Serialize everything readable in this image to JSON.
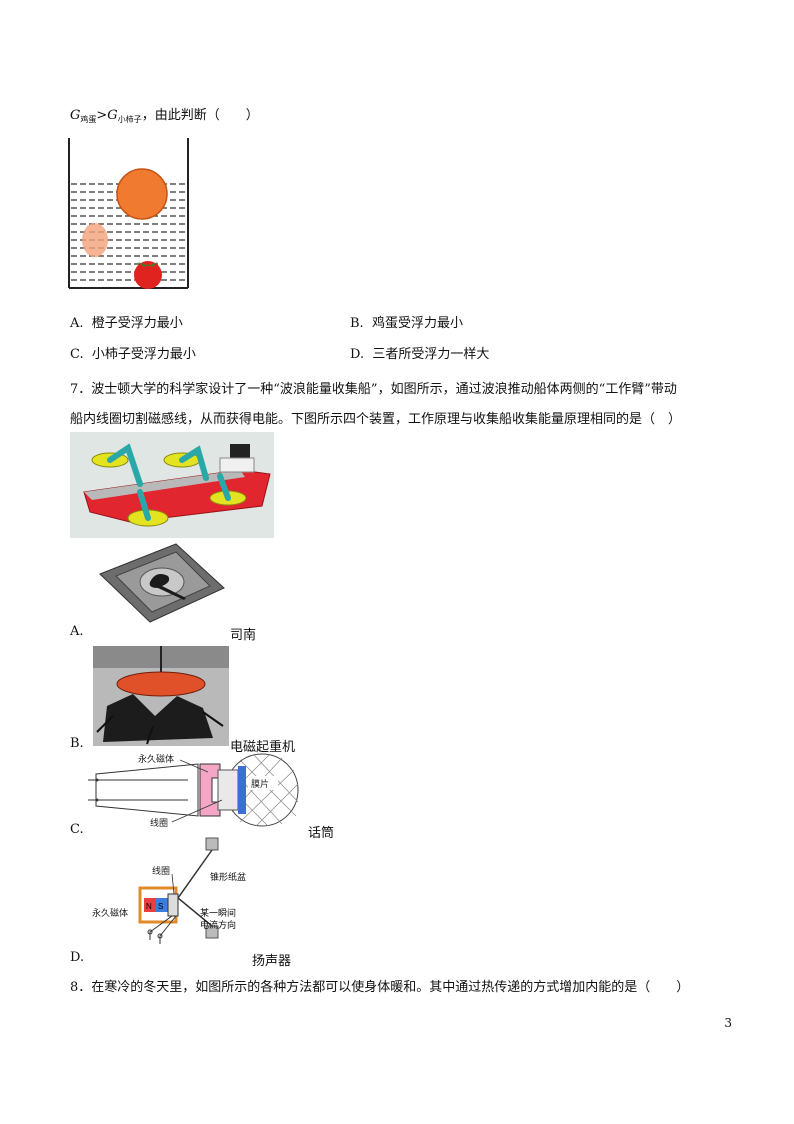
{
  "q6": {
    "premise": {
      "g1": "G",
      "g1_sub": "鸡蛋",
      "op": ">",
      "g2": "G",
      "g2_sub": "小柿子",
      "tail": "，由此判断（　　）"
    },
    "options": [
      {
        "label": "A.",
        "text": "橙子受浮力最小"
      },
      {
        "label": "B.",
        "text": "鸡蛋受浮力最小"
      },
      {
        "label": "C.",
        "text": "小柿子受浮力最小"
      },
      {
        "label": "D.",
        "text": "三者所受浮力一样大"
      }
    ]
  },
  "q7": {
    "line1": "7．波士顿大学的科学家设计了一种“波浪能量收集船”，如图所示，通过波浪推动船体两侧的“工作臂”带动",
    "line2": "船内线圈切割磁感线，从而获得电能。下图所示四个装置，工作原理与收集船收集能量原理相同的是（　）",
    "options": [
      {
        "label": "A.",
        "caption": "司南"
      },
      {
        "label": "B.",
        "caption": "电磁起重机"
      },
      {
        "label": "C.",
        "caption": "话筒"
      },
      {
        "label": "D.",
        "caption": "扬声器"
      }
    ],
    "mic_labels": {
      "magnet": "永久磁体",
      "membrane": "膜片",
      "coil": "线圈"
    },
    "speaker_labels": {
      "coil": "线圈",
      "cone": "锥形纸盆",
      "magnet": "永久磁体",
      "current": "某一瞬间",
      "current2": "电流方向",
      "n": "N",
      "s": "S"
    }
  },
  "q8": {
    "text": "8．在寒冷的冬天里，如图所示的各种方法都可以使身体暖和。其中通过热传递的方式增加内能的是（　　）"
  },
  "page_number": "3"
}
